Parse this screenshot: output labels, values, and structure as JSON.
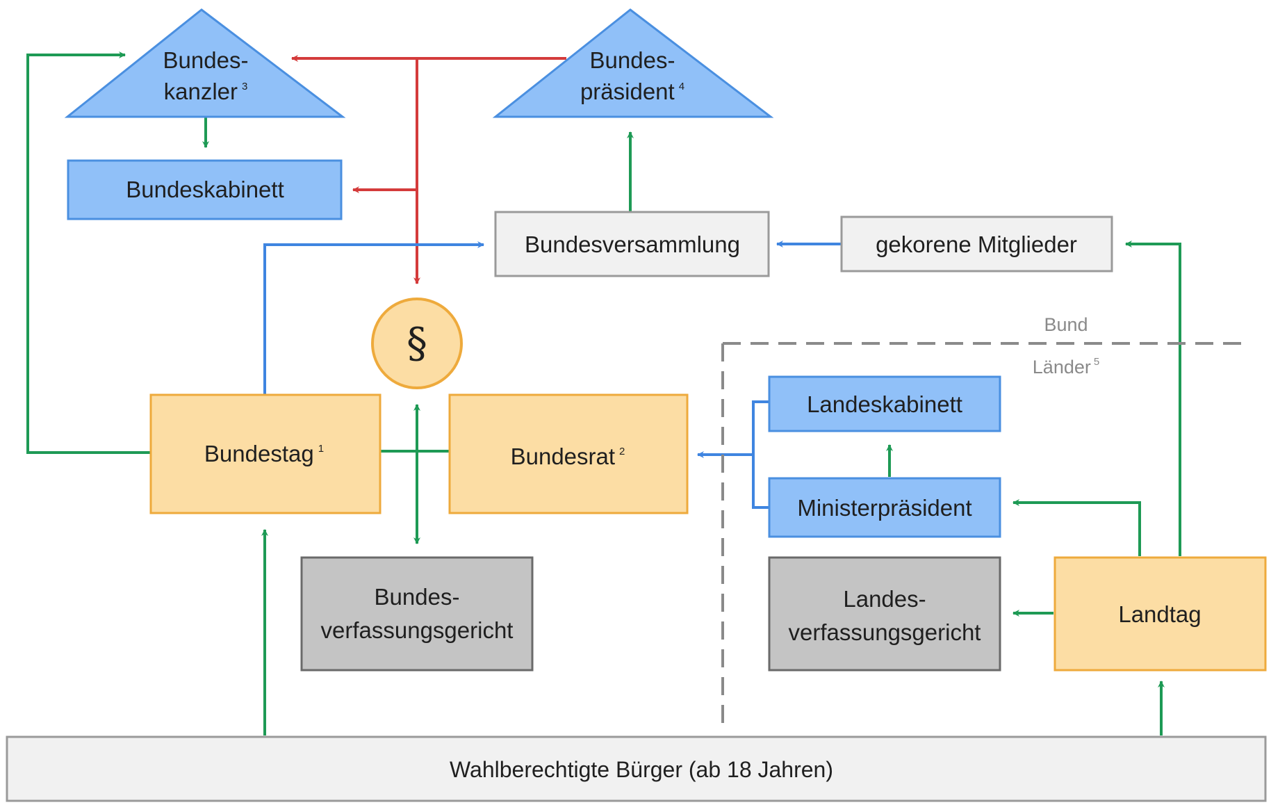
{
  "colors": {
    "blue_fill": "#90c0f8",
    "blue_stroke": "#4a8fe0",
    "yellow_fill": "#fcdda4",
    "yellow_stroke": "#eeaa3c",
    "gray_fill": "#c4c4c4",
    "gray_stroke": "#6a6a6a",
    "light_fill": "#f1f1f1",
    "light_stroke": "#9a9a9a",
    "green": "#1e9a55",
    "red": "#d43b3b",
    "blue_arrow": "#3f85e0"
  },
  "nodes": {
    "bundeskanzler": {
      "line1": "Bundes-",
      "line2": "kanzler",
      "note": "3"
    },
    "bundespraesident": {
      "line1": "Bundes-",
      "line2": "präsident",
      "note": "4"
    },
    "bundeskabinett": {
      "label": "Bundeskabinett"
    },
    "bundesversammlung": {
      "label": "Bundesversammlung"
    },
    "gekorene_mitglieder": {
      "label": "gekorene Mitglieder"
    },
    "grundgesetz": {
      "symbol": "§"
    },
    "bundestag": {
      "label": "Bundestag",
      "note": "1"
    },
    "bundesrat": {
      "label": "Bundesrat",
      "note": "2"
    },
    "bundesverfassungsgericht": {
      "line1": "Bundes-",
      "line2": "verfassungsgericht"
    },
    "landeskabinett": {
      "label": "Landeskabinett"
    },
    "ministerpraesident": {
      "label": "Ministerpräsident"
    },
    "landesverfassungsgericht": {
      "line1": "Landes-",
      "line2": "verfassungsgericht"
    },
    "landtag": {
      "label": "Landtag"
    },
    "buerger": {
      "label": "Wahlberechtigte Bürger (ab 18 Jahren)"
    }
  },
  "zones": {
    "bund": "Bund",
    "laender": "Länder",
    "laender_note": "5"
  }
}
